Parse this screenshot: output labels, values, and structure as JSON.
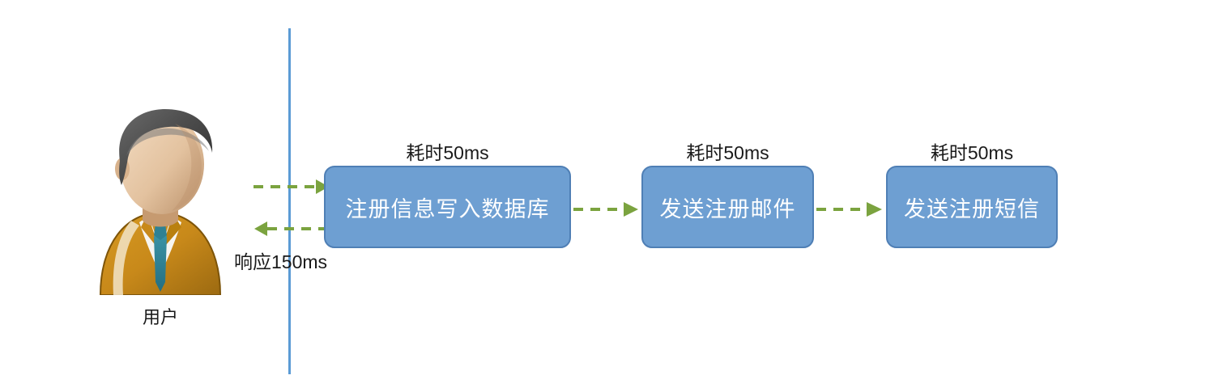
{
  "diagram": {
    "type": "sequence-flow",
    "background": "#ffffff",
    "colors": {
      "box_fill": "#6e9fd2",
      "box_border": "#4f7fb5",
      "box_text": "#ffffff",
      "arrow": "#7ba33f",
      "boundary_line": "#5b9bd5",
      "label_text": "#1a1a1a"
    },
    "actor": {
      "icon": "user-avatar-icon",
      "label": "用户"
    },
    "boundary": {
      "name": "system-boundary-line"
    },
    "request_arrow": {
      "label": "",
      "direction": "right",
      "style": "dashed"
    },
    "response_arrow": {
      "label": "响应150ms",
      "direction": "left",
      "style": "dashed"
    },
    "steps": [
      {
        "id": "step-1",
        "title": "注册信息写入数据库",
        "cost_label": "耗时50ms"
      },
      {
        "id": "step-2",
        "title": "发送注册邮件",
        "cost_label": "耗时50ms"
      },
      {
        "id": "step-3",
        "title": "发送注册短信",
        "cost_label": "耗时50ms"
      }
    ]
  }
}
